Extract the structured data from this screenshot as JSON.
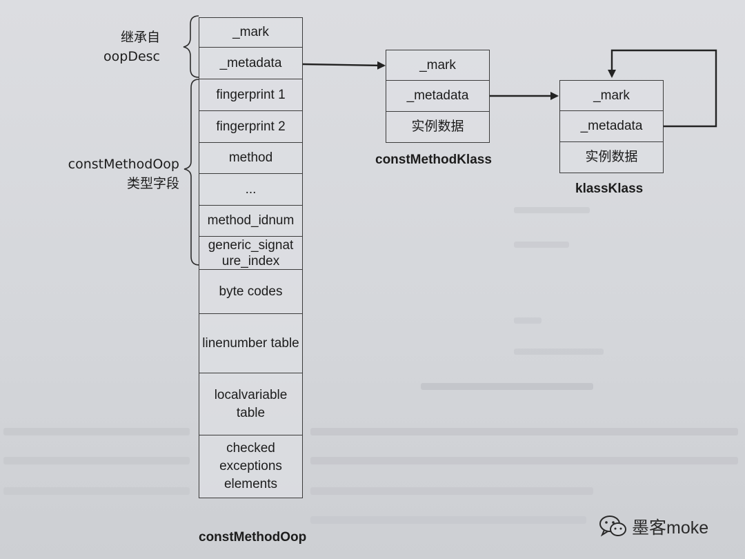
{
  "oop_stack": {
    "caption": "constMethodOop",
    "cells": [
      {
        "text": "_mark",
        "h": 44
      },
      {
        "text": "_metadata",
        "h": 46
      },
      {
        "text": "fingerprint 1",
        "h": 46
      },
      {
        "text": "fingerprint 2",
        "h": 46
      },
      {
        "text": "method",
        "h": 45
      },
      {
        "text": "...",
        "h": 46
      },
      {
        "text": "method_idnum",
        "h": 45
      },
      {
        "text": "generic_signature_index",
        "h": 48
      },
      {
        "text": "byte codes",
        "h": 64
      },
      {
        "text": "linenumber table",
        "h": 86
      },
      {
        "text": "localvariable table",
        "h": 90
      },
      {
        "text": "checked exceptions elements",
        "h": 91
      }
    ]
  },
  "labels": {
    "inherited_line1": "继承自",
    "inherited_line2": "oopDesc",
    "fields_line1": "constMethodOop",
    "fields_line2": "类型字段"
  },
  "const_method_klass": {
    "caption": "constMethodKlass",
    "cells": [
      "_mark",
      "_metadata",
      "实例数据"
    ]
  },
  "klass_klass": {
    "caption": "klassKlass",
    "cells": [
      "_mark",
      "_metadata",
      "实例数据"
    ]
  },
  "watermark": {
    "text": "墨客moke",
    "icon": "wechat-icon"
  },
  "colors": {
    "line": "#222222",
    "box_border": "#3a3a3a"
  }
}
